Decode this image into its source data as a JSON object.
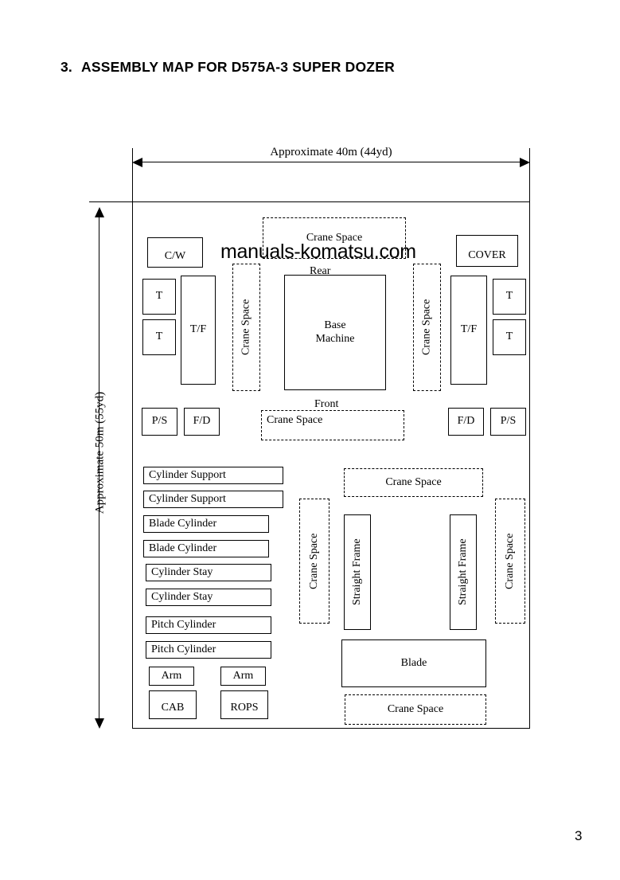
{
  "document": {
    "title_number": "3.",
    "title_text": "ASSEMBLY MAP FOR D575A-3 SUPER DOZER",
    "page_number": "3",
    "watermark": "manuals-komatsu.com"
  },
  "dimensions": {
    "horizontal_label": "Approximate 40m (44yd)",
    "vertical_label": "Approximate 50m (55yd)"
  },
  "diagram": {
    "orientation_labels": {
      "rear": "Rear",
      "front": "Front"
    },
    "crane_space_label": "Crane Space",
    "upper_area": {
      "counterweight": "C/W",
      "cover": "COVER",
      "base_machine": "Base\nMachine",
      "left_column": {
        "tank_1": "T",
        "tank_2": "T",
        "track_frame": "T/F",
        "power_system": "P/S",
        "final_drive": "F/D"
      },
      "right_column": {
        "track_frame": "T/F",
        "tank_1": "T",
        "tank_2": "T",
        "final_drive": "F/D",
        "power_system": "P/S"
      }
    },
    "lower_area": {
      "parts_list": [
        "Cylinder Support",
        "Cylinder Support",
        "Blade Cylinder",
        "Blade Cylinder",
        "Cylinder Stay",
        "Cylinder Stay",
        "Pitch Cylinder",
        "Pitch Cylinder"
      ],
      "arm_left": "Arm",
      "arm_right": "Arm",
      "cab": "CAB",
      "rops": "ROPS",
      "straight_frame_left": "Straight Frame",
      "straight_frame_right": "Straight Frame",
      "blade": "Blade"
    }
  }
}
